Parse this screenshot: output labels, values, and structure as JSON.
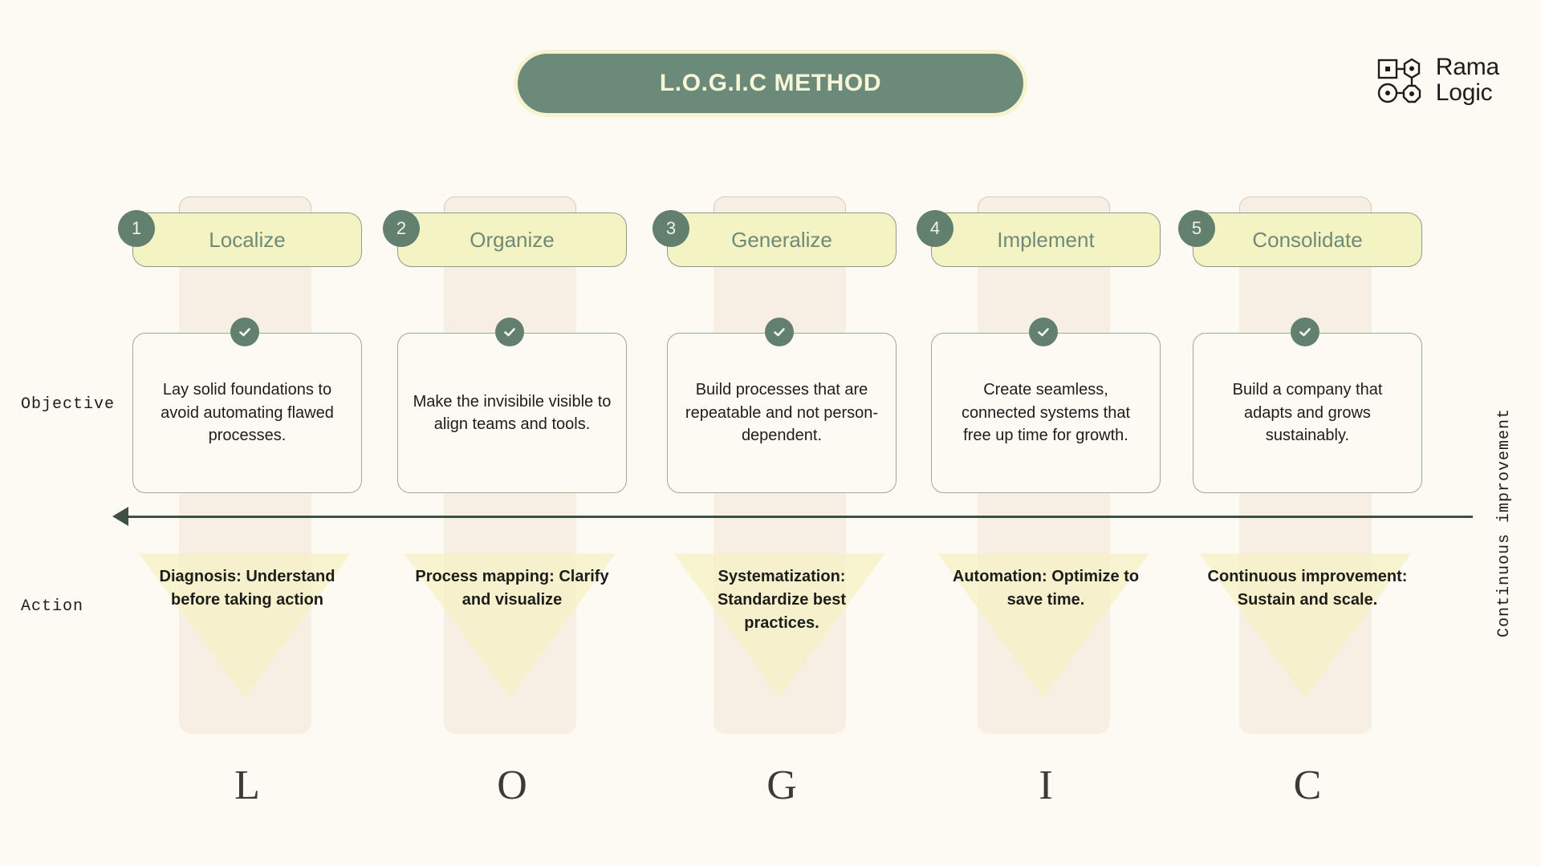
{
  "title": {
    "text": "L.O.G.I.C METHOD"
  },
  "logo": {
    "line1": "Rama",
    "line2": "Logic",
    "icon": "node-network-icon"
  },
  "row_labels": {
    "objective": "Objective",
    "action": "Action",
    "continuous": "Continuous improvement"
  },
  "colors": {
    "background": "#fdfaf4",
    "green": "#63806f",
    "chip_yellow": "#f4f3c4",
    "band_beige": "#f6ece1",
    "triangle_yellow": "#f5f2c4",
    "arrow": "#3f4f44"
  },
  "steps": [
    {
      "number": "1",
      "name": "Localize",
      "letter": "L",
      "objective": "Lay solid foundations to avoid automating flawed processes.",
      "action": "Diagnosis: Understand before taking action"
    },
    {
      "number": "2",
      "name": "Organize",
      "letter": "O",
      "objective": "Make the invisibile visible to align teams and tools.",
      "action": "Process mapping: Clarify and visualize"
    },
    {
      "number": "3",
      "name": "Generalize",
      "letter": "G",
      "objective": "Build processes that are repeatable and not person-dependent.",
      "action": "Systematization: Standardize best practices."
    },
    {
      "number": "4",
      "name": "Implement",
      "letter": "I",
      "objective": "Create seamless, connected systems that free up time for growth.",
      "action": "Automation: Optimize to save time."
    },
    {
      "number": "5",
      "name": "Consolidate",
      "letter": "C",
      "objective": "Build a company that adapts and grows sustainably.",
      "action": "Continuous improvement: Sustain and scale."
    }
  ]
}
